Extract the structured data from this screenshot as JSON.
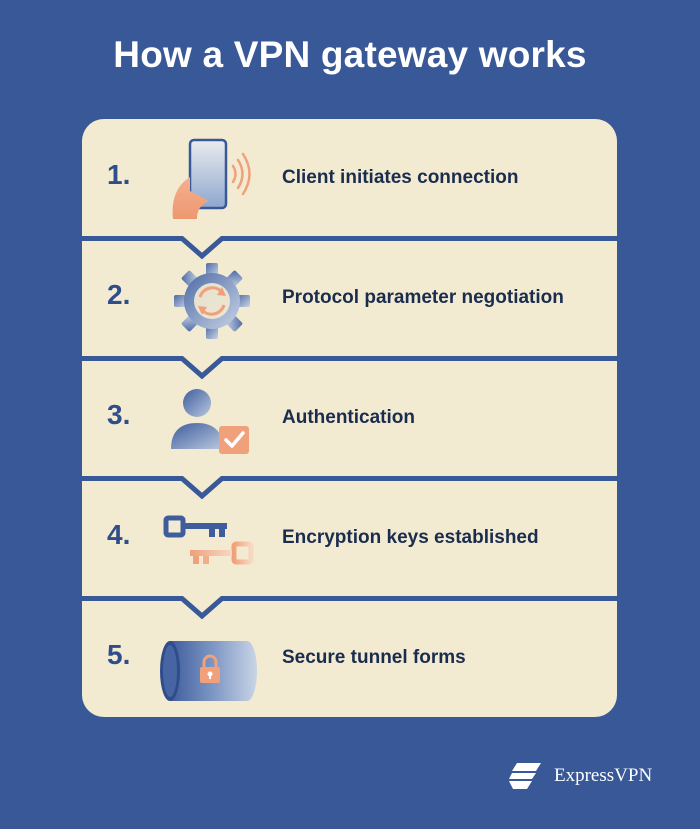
{
  "title": "How a VPN gateway works",
  "steps": [
    {
      "number": "1.",
      "label": "Client initiates connection",
      "icon": "phone-hand-icon"
    },
    {
      "number": "2.",
      "label": "Protocol parameter negotiation",
      "icon": "gear-icon"
    },
    {
      "number": "3.",
      "label": "Authentication",
      "icon": "user-check-icon"
    },
    {
      "number": "4.",
      "label": "Encryption keys established",
      "icon": "keys-icon"
    },
    {
      "number": "5.",
      "label": "Secure tunnel forms",
      "icon": "tunnel-lock-icon"
    }
  ],
  "brand": {
    "name": "ExpressVPN",
    "icon": "expressvpn-logo-icon"
  },
  "colors": {
    "background": "#385898",
    "card": "#f3ebd1",
    "accent": "#f0a07a",
    "number": "#2f4d8a",
    "text": "#1b2d4f"
  }
}
